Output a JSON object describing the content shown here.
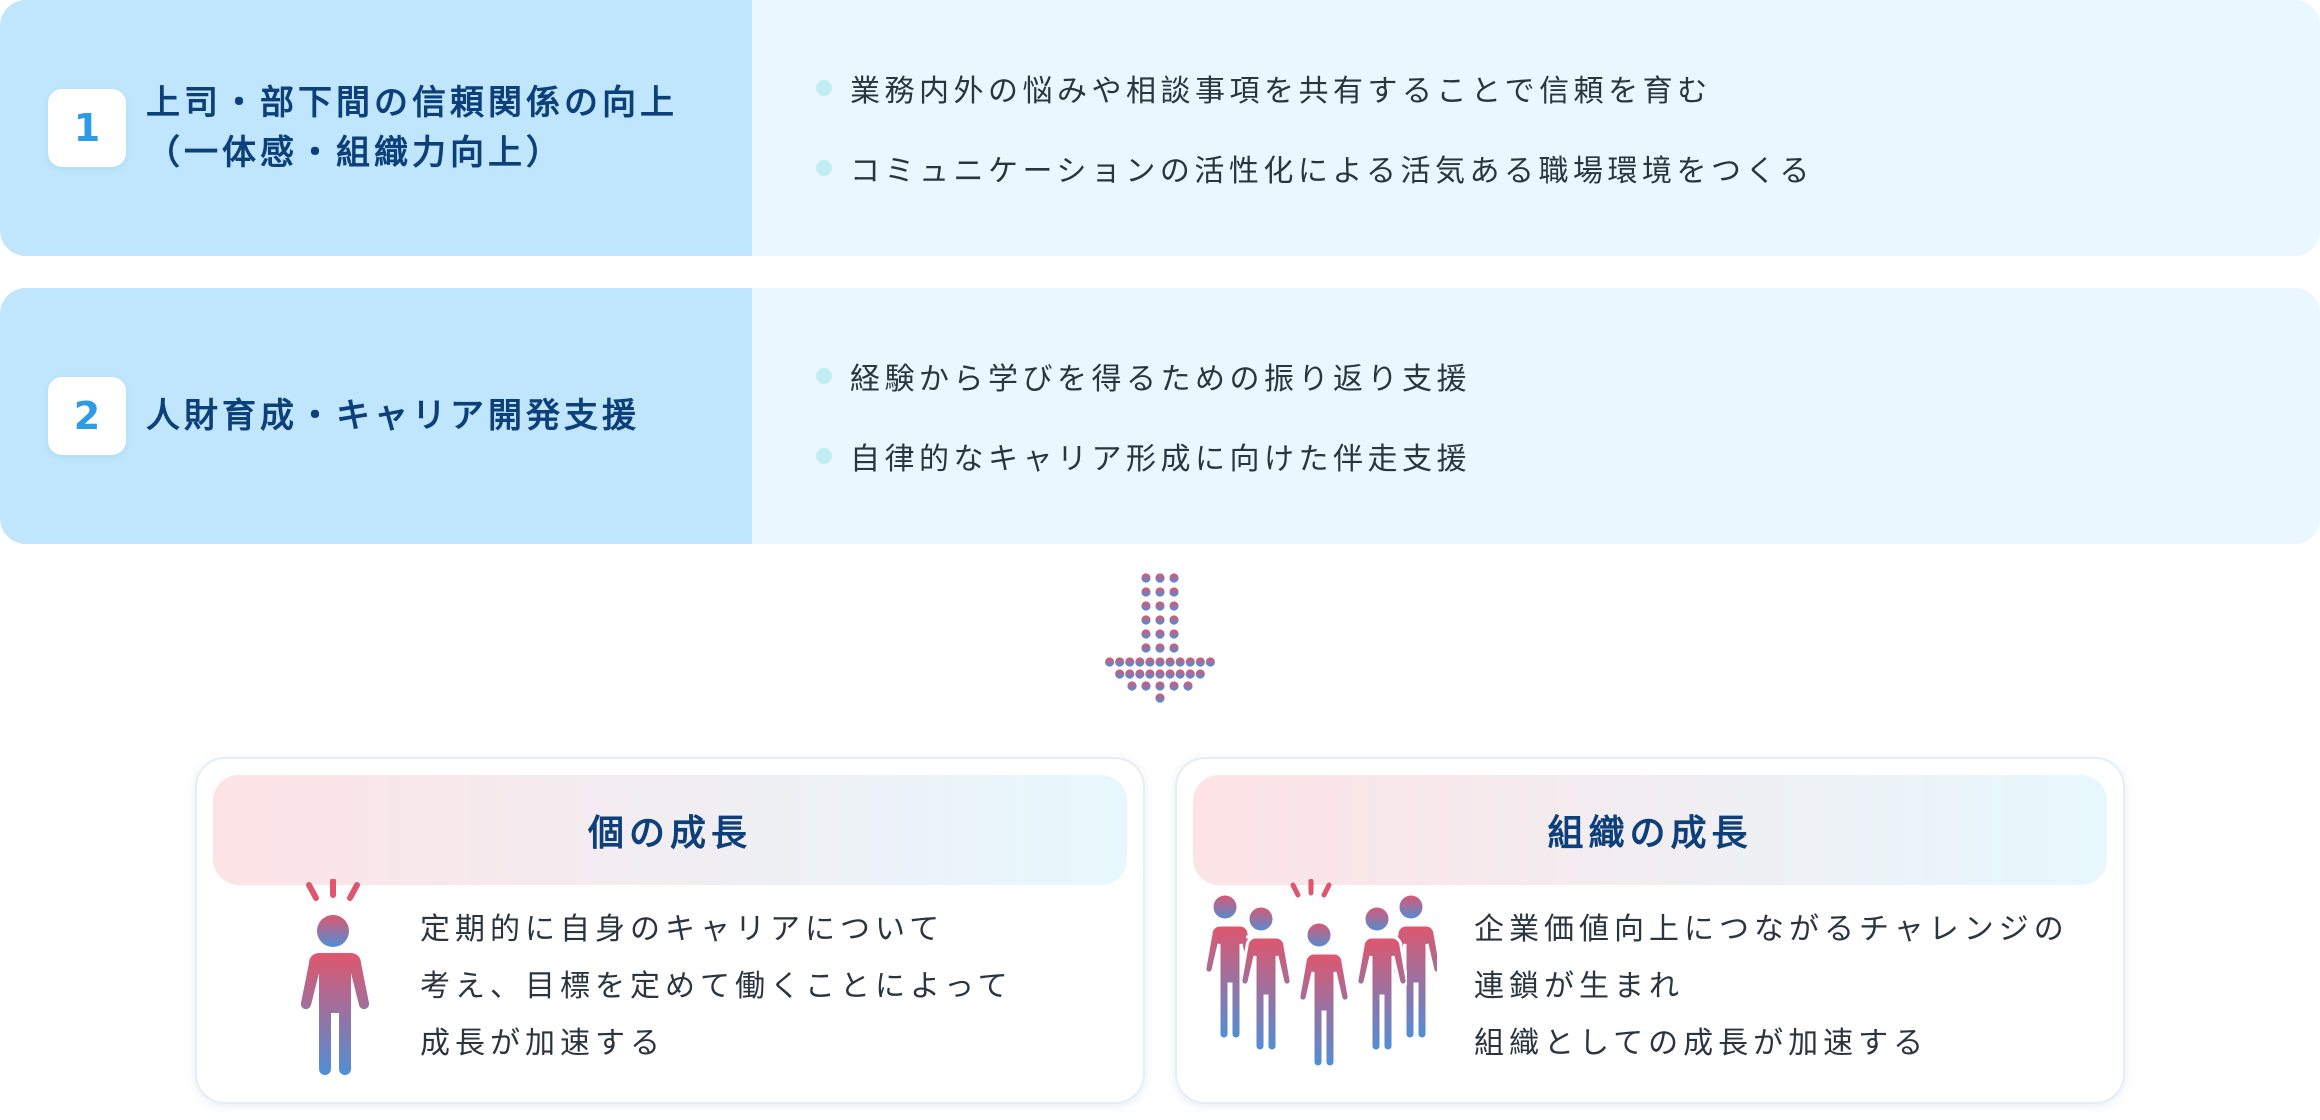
{
  "rows": [
    {
      "number": "1",
      "title_lines": [
        "上司・部下間の信頼関係の向上",
        "（一体感・組織力向上）"
      ],
      "bullets": [
        "業務内外の悩みや相談事項を共有することで信頼を育む",
        "コミュニケーションの活性化による活気ある職場環境をつくる"
      ]
    },
    {
      "number": "2",
      "title_lines": [
        "人財育成・キャリア開発支援"
      ],
      "bullets": [
        "経験から学びを得るための振り返り支援",
        "自律的なキャリア形成に向けた伴走支援"
      ]
    }
  ],
  "cards": [
    {
      "title": "個の成長",
      "icon": "person-icon",
      "lines": [
        "定期的に自身のキャリアについて",
        "考え、目標を定めて働くことによって",
        "成長が加速する"
      ]
    },
    {
      "title": "組織の成長",
      "icon": "group-icon",
      "lines": [
        "企業価値向上につながるチャレンジの",
        "連鎖が生まれ",
        "組織としての成長が加速する"
      ]
    }
  ],
  "colors": {
    "left_panel": "#bfe6fd",
    "right_panel": "#eaf7fe",
    "badge_text": "#2f9be6",
    "title_text": "#0d3f7a",
    "gradient_top": "#e0566e",
    "gradient_bottom": "#4f8fd6"
  }
}
